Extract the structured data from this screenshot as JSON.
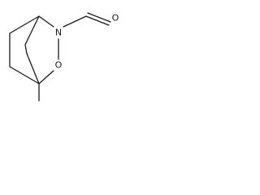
{
  "molecule": {
    "atoms": {
      "nitrogen": "N",
      "oxygen_ring": "O",
      "oxygen_carbonyl": "O"
    }
  }
}
